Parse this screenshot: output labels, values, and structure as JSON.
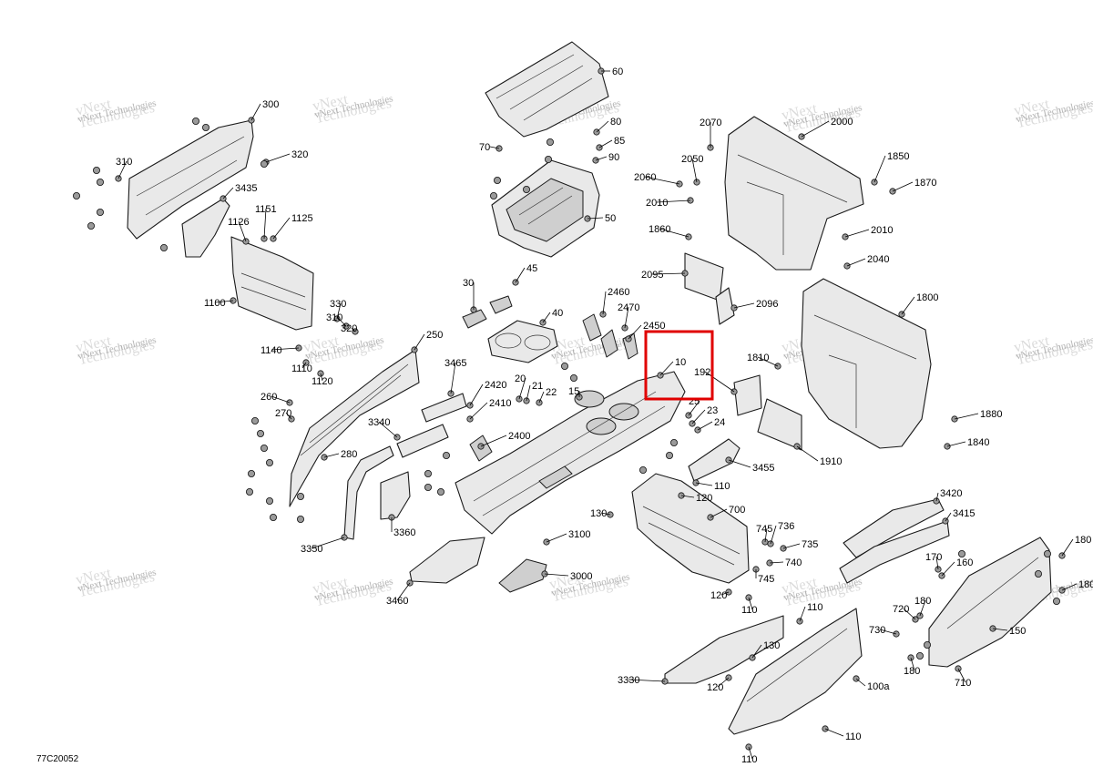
{
  "drawing_code": "77C20052",
  "highlight_color": "#e00000",
  "watermark": {
    "line1": "vNext",
    "line2": "Technologies",
    "line3": "vNext Technologies"
  },
  "callouts": [
    {
      "id": "c60",
      "text": "60"
    },
    {
      "id": "c70",
      "text": "70"
    },
    {
      "id": "c80",
      "text": "80"
    },
    {
      "id": "c85",
      "text": "85"
    },
    {
      "id": "c90",
      "text": "90"
    },
    {
      "id": "c50",
      "text": "50"
    },
    {
      "id": "c300",
      "text": "300"
    },
    {
      "id": "c320",
      "text": "320"
    },
    {
      "id": "c310",
      "text": "310"
    },
    {
      "id": "c3435",
      "text": "3435"
    },
    {
      "id": "c1126",
      "text": "1126"
    },
    {
      "id": "c1151",
      "text": "1151"
    },
    {
      "id": "c1125",
      "text": "1125"
    },
    {
      "id": "c1100",
      "text": "1100"
    },
    {
      "id": "c330",
      "text": "330"
    },
    {
      "id": "c310b",
      "text": "310"
    },
    {
      "id": "c320b",
      "text": "320"
    },
    {
      "id": "c1140",
      "text": "1140"
    },
    {
      "id": "c1110",
      "text": "1110"
    },
    {
      "id": "c1120",
      "text": "1120"
    },
    {
      "id": "c250",
      "text": "250"
    },
    {
      "id": "c260",
      "text": "260"
    },
    {
      "id": "c270",
      "text": "270"
    },
    {
      "id": "c3340",
      "text": "3340"
    },
    {
      "id": "c280",
      "text": "280"
    },
    {
      "id": "c3350",
      "text": "3350"
    },
    {
      "id": "c3360",
      "text": "3360"
    },
    {
      "id": "c3460",
      "text": "3460"
    },
    {
      "id": "c3465",
      "text": "3465"
    },
    {
      "id": "c2420",
      "text": "2420"
    },
    {
      "id": "c2410",
      "text": "2410"
    },
    {
      "id": "c2400",
      "text": "2400"
    },
    {
      "id": "c20",
      "text": "20"
    },
    {
      "id": "c21",
      "text": "21"
    },
    {
      "id": "c22",
      "text": "22"
    },
    {
      "id": "c15",
      "text": "15"
    },
    {
      "id": "c30",
      "text": "30"
    },
    {
      "id": "c45",
      "text": "45"
    },
    {
      "id": "c40",
      "text": "40"
    },
    {
      "id": "c2460",
      "text": "2460"
    },
    {
      "id": "c2470",
      "text": "2470"
    },
    {
      "id": "c2450",
      "text": "2450"
    },
    {
      "id": "c10",
      "text": "10"
    },
    {
      "id": "c192",
      "text": "192"
    },
    {
      "id": "c25",
      "text": "25"
    },
    {
      "id": "c23",
      "text": "23"
    },
    {
      "id": "c24",
      "text": "24"
    },
    {
      "id": "c3100",
      "text": "3100"
    },
    {
      "id": "c3000",
      "text": "3000"
    },
    {
      "id": "c110a",
      "text": "110"
    },
    {
      "id": "c120a",
      "text": "120"
    },
    {
      "id": "c130a",
      "text": "130"
    },
    {
      "id": "c700",
      "text": "700"
    },
    {
      "id": "c3455",
      "text": "3455"
    },
    {
      "id": "c120b",
      "text": "120"
    },
    {
      "id": "c110b",
      "text": "110"
    },
    {
      "id": "c745",
      "text": "745"
    },
    {
      "id": "c736",
      "text": "736"
    },
    {
      "id": "c735",
      "text": "735"
    },
    {
      "id": "c740",
      "text": "740"
    },
    {
      "id": "c745b",
      "text": "745"
    },
    {
      "id": "c2070",
      "text": "2070"
    },
    {
      "id": "c2000",
      "text": "2000"
    },
    {
      "id": "c2050",
      "text": "2050"
    },
    {
      "id": "c2060",
      "text": "2060"
    },
    {
      "id": "c2010",
      "text": "2010"
    },
    {
      "id": "c1850",
      "text": "1850"
    },
    {
      "id": "c1870",
      "text": "1870"
    },
    {
      "id": "c1860",
      "text": "1860"
    },
    {
      "id": "c2010b",
      "text": "2010"
    },
    {
      "id": "c2040",
      "text": "2040"
    },
    {
      "id": "c2095",
      "text": "2095"
    },
    {
      "id": "c2096",
      "text": "2096"
    },
    {
      "id": "c1800",
      "text": "1800"
    },
    {
      "id": "c1810",
      "text": "1810"
    },
    {
      "id": "c1880",
      "text": "1880"
    },
    {
      "id": "c1840",
      "text": "1840"
    },
    {
      "id": "c1910",
      "text": "1910"
    },
    {
      "id": "c3420",
      "text": "3420"
    },
    {
      "id": "c3415",
      "text": "3415"
    },
    {
      "id": "c170",
      "text": "170"
    },
    {
      "id": "c160",
      "text": "160"
    },
    {
      "id": "c180a",
      "text": "180"
    },
    {
      "id": "c180b",
      "text": "180"
    },
    {
      "id": "c720",
      "text": "720"
    },
    {
      "id": "c180c",
      "text": "180"
    },
    {
      "id": "c730",
      "text": "730"
    },
    {
      "id": "c180d",
      "text": "180"
    },
    {
      "id": "c150",
      "text": "150"
    },
    {
      "id": "c710",
      "text": "710"
    },
    {
      "id": "c110c",
      "text": "110"
    },
    {
      "id": "c130b",
      "text": "130"
    },
    {
      "id": "c3330",
      "text": "3330"
    },
    {
      "id": "c120c",
      "text": "120"
    },
    {
      "id": "c100a",
      "text": "100a"
    },
    {
      "id": "c110d",
      "text": "110"
    },
    {
      "id": "c110e",
      "text": "110"
    }
  ]
}
